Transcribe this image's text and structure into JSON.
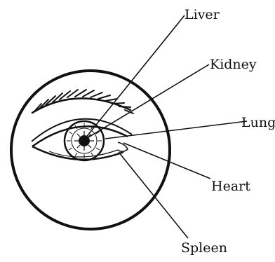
{
  "diagram": {
    "labels": {
      "liver": "Liver",
      "kidney": "Kidney",
      "lung": "Lung",
      "heart": "Heart",
      "spleen": "Spleen"
    },
    "colors": {
      "ink": "#111111",
      "background": "#ffffff"
    }
  }
}
